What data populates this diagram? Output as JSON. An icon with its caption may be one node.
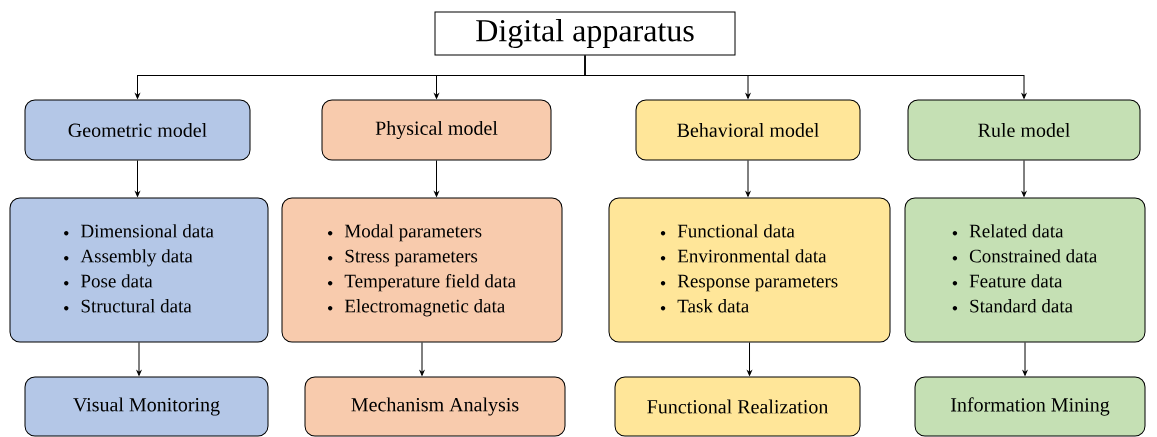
{
  "diagram": {
    "nodes": [
      {
        "text": [
          "Digital apparatus"
        ]
      },
      {
        "text": [
          "Geometric model"
        ]
      },
      {
        "text": [
          "Physical model"
        ]
      },
      {
        "text": [
          "Behavioral model"
        ]
      },
      {
        "text": [
          "Rule model"
        ]
      },
      {
        "text": [
          "Dimensional data",
          "Assembly data",
          "Pose data",
          "Structural data"
        ]
      },
      {
        "text": [
          "Modal parameters",
          "Stress parameters",
          "Temperature field data",
          "Electromagnetic data"
        ]
      },
      {
        "text": [
          "Functional data",
          "Environmental data",
          "Response parameters",
          "Task data"
        ]
      },
      {
        "text": [
          "Related data",
          "Constrained data",
          "Feature data",
          "Standard data"
        ]
      },
      {
        "text": [
          "Visual Monitoring"
        ]
      },
      {
        "text": [
          "Mechanism Analysis"
        ]
      },
      {
        "text": [
          "Functional Realization"
        ]
      },
      {
        "text": [
          "Information Mining"
        ]
      }
    ],
    "edges": [
      {
        "from": 0,
        "to": 1,
        "arrow": "to"
      },
      {
        "from": 0,
        "to": 2,
        "arrow": "to"
      },
      {
        "from": 0,
        "to": 3,
        "arrow": "to"
      },
      {
        "from": 0,
        "to": 4,
        "arrow": "to"
      },
      {
        "from": 1,
        "to": 5,
        "arrow": "to"
      },
      {
        "from": 2,
        "to": 6,
        "arrow": "to"
      },
      {
        "from": 3,
        "to": 7,
        "arrow": "to"
      },
      {
        "from": 4,
        "to": 8,
        "arrow": "to"
      },
      {
        "from": 5,
        "to": 9,
        "arrow": "to"
      },
      {
        "from": 6,
        "to": 10,
        "arrow": "to"
      },
      {
        "from": 7,
        "to": 11,
        "arrow": "to"
      },
      {
        "from": 8,
        "to": 12,
        "arrow": "to"
      }
    ]
  }
}
